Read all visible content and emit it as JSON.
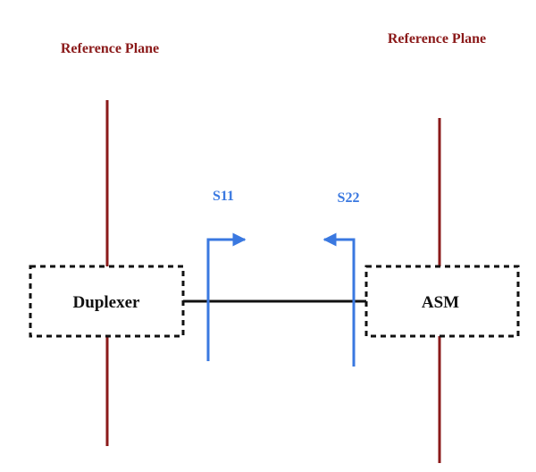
{
  "reference_planes": {
    "left_label": "Reference Plane",
    "right_label": "Reference Plane",
    "color": "#8b1a1a"
  },
  "blocks": {
    "left": "Duplexer",
    "right": "ASM"
  },
  "s_parameters": {
    "left": "S11",
    "right": "S22",
    "color": "#3a78e0"
  }
}
